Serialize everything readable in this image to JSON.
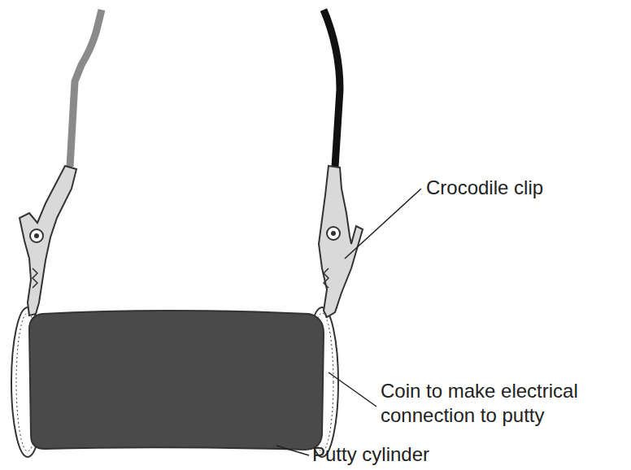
{
  "diagram": {
    "labels": [
      "Crocodile clip",
      "Coin to make electrical connection to putty",
      "Putty cylinder"
    ]
  }
}
